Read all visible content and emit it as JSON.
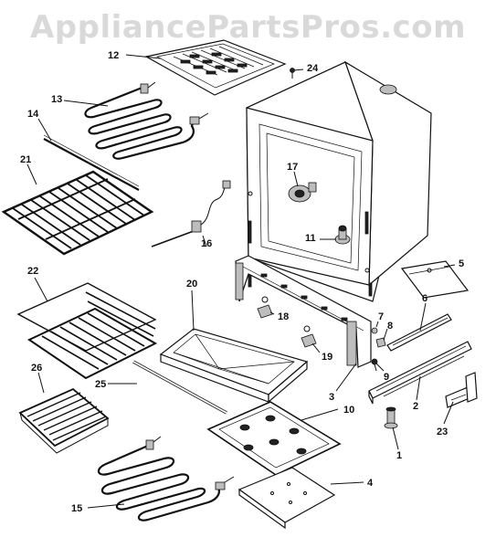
{
  "watermark": "AppliancePartsPros.com",
  "labels": {
    "p1": "1",
    "p2": "2",
    "p3": "3",
    "p4": "4",
    "p5": "5",
    "p6": "6",
    "p7": "7",
    "p8": "8",
    "p9": "9",
    "p10": "10",
    "p11": "11",
    "p12": "12",
    "p13": "13",
    "p14": "14",
    "p15": "15",
    "p16": "16",
    "p17": "17",
    "p18": "18",
    "p19": "19",
    "p20": "20",
    "p21": "21",
    "p22": "22",
    "p23": "23",
    "p24": "24",
    "p25": "25",
    "p26": "26"
  }
}
